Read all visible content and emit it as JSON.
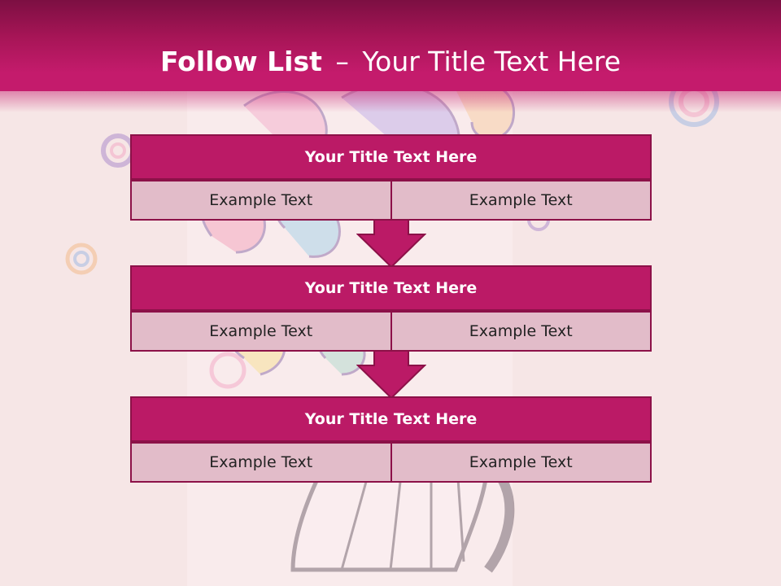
{
  "header": {
    "title_bold": "Follow List",
    "title_separator": "–",
    "title_rest": "Your Title Text Here"
  },
  "blocks": [
    {
      "title": "Your Title Text Here",
      "cells": [
        "Example Text",
        "Example Text"
      ]
    },
    {
      "title": "Your Title Text Here",
      "cells": [
        "Example Text",
        "Example Text"
      ]
    },
    {
      "title": "Your Title Text Here",
      "cells": [
        "Example Text",
        "Example Text"
      ]
    }
  ],
  "colors": {
    "header": "#c41b6c",
    "block_title_fill": "#bb1a66",
    "cell_fill": "#e2bcc9",
    "border": "#8c1148",
    "background": "#f6e6e6"
  }
}
